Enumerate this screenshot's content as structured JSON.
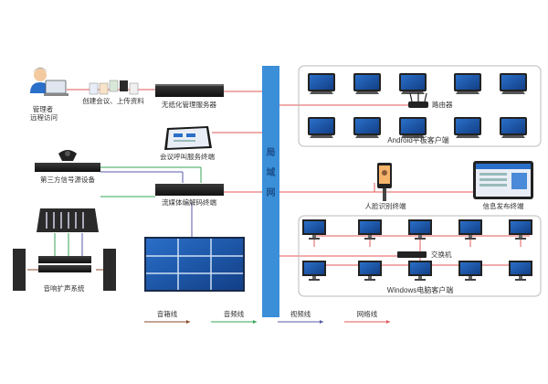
{
  "nodes": {
    "admin": "管理者\n远程访问",
    "upload": "创建会议、上传资料",
    "server": "无纸化管理服务器",
    "call_terminal": "会议呼叫服务终端",
    "third_party": "第三方信号源设备",
    "codec": "流媒体编解码终端",
    "audio": "音响扩声系统",
    "router": "路由器",
    "android_group": "Android平板客户端",
    "face": "人脸识别终端",
    "info": "信息发布终端",
    "switch": "交换机",
    "windows_group": "Windows电脑客户端",
    "lan": "局域网"
  },
  "legend": [
    {
      "label": "音箱线",
      "color": "#8a4a2a"
    },
    {
      "label": "音频线",
      "color": "#3aa55a"
    },
    {
      "label": "视频线",
      "color": "#5a5aa8"
    },
    {
      "label": "网络线",
      "color": "#e05a5a"
    }
  ]
}
